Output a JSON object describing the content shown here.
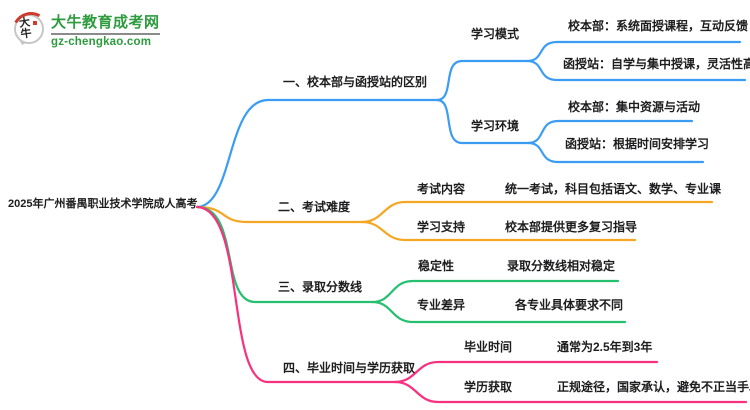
{
  "logo": {
    "badge": "大牛",
    "title": "大牛教育成考网",
    "domain": "gz-chengkao.com",
    "colors": {
      "green": "#2e9b3f",
      "red": "#cf3b2b"
    }
  },
  "root": {
    "label": "2025年广州番禺职业技术学院成人高考"
  },
  "branches": [
    {
      "label": "一、校本部与函授站的区别",
      "color": "#3b9cf4",
      "children": [
        {
          "label": "学习模式",
          "leaves": [
            "校本部：系统面授课程，互动反馈",
            "函授站：自学与集中授课，灵活性高"
          ]
        },
        {
          "label": "学习环境",
          "leaves": [
            "校本部：集中资源与活动",
            "函授站：根据时间安排学习"
          ]
        }
      ]
    },
    {
      "label": "二、考试难度",
      "color": "#f5a623",
      "children": [
        {
          "label": "考试内容",
          "leaves": [
            "统一考试，科目包括语文、数学、专业课"
          ]
        },
        {
          "label": "学习支持",
          "leaves": [
            "校本部提供更多复习指导"
          ]
        }
      ]
    },
    {
      "label": "三、录取分数线",
      "color": "#26bf6f",
      "children": [
        {
          "label": "稳定性",
          "leaves": [
            "录取分数线相对稳定"
          ]
        },
        {
          "label": "专业差异",
          "leaves": [
            "各专业具体要求不同"
          ]
        }
      ]
    },
    {
      "label": "四、毕业时间与学历获取",
      "color": "#f8317f",
      "children": [
        {
          "label": "毕业时间",
          "leaves": [
            "通常为2.5年到3年"
          ]
        },
        {
          "label": "学历获取",
          "leaves": [
            "正规途径，国家承认，避免不正当手段"
          ]
        }
      ]
    }
  ]
}
